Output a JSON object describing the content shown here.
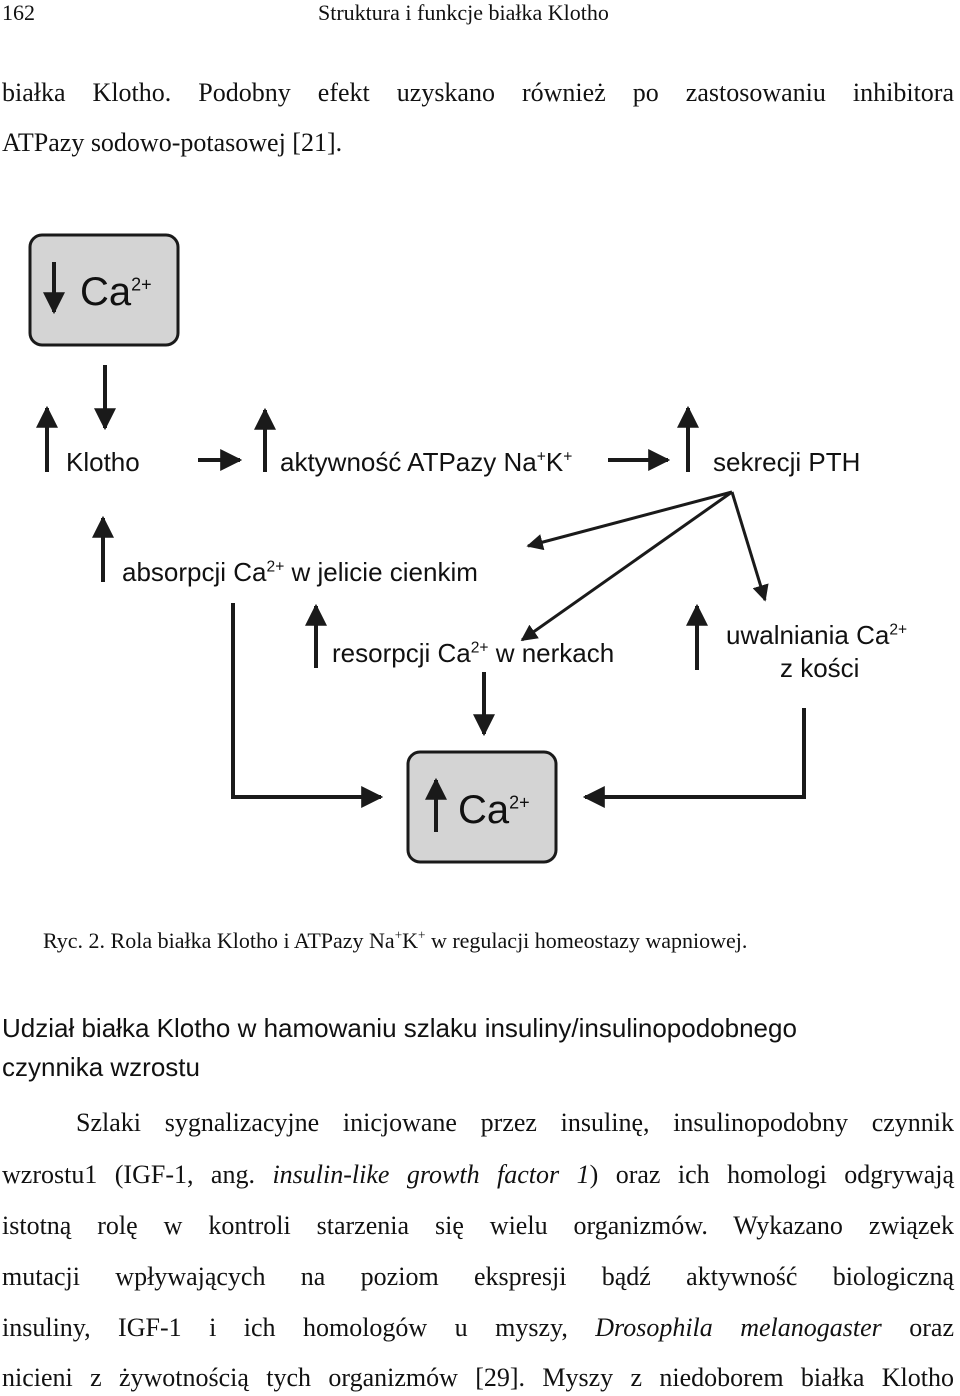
{
  "header": {
    "page_number": "162",
    "running_title": "Struktura i funkcje białka Klotho"
  },
  "intro": {
    "line1": "białka Klotho. Podobny efekt uzyskano również po zastosowaniu inhibitora",
    "line2": "ATPazy sodowo-potasowej [21]."
  },
  "diagram": {
    "box_top": {
      "symbol": "Ca",
      "charge": "2+",
      "arrow": "down"
    },
    "box_bottom": {
      "symbol": "Ca",
      "charge": "2+",
      "arrow": "up"
    },
    "klotho": "Klotho",
    "atpase": {
      "text": "aktywność ATPazy Na",
      "sup1": "+",
      "k": "K",
      "sup2": "+"
    },
    "pth": "sekrecji PTH",
    "absorption": {
      "text1": "absorpcji Ca",
      "sup": "2+",
      "text2": " w jelicie cienkim"
    },
    "resorption": {
      "text1": "resorpcji Ca",
      "sup": "2+",
      "text2": " w nerkach"
    },
    "release": {
      "text1": "uwalniania Ca",
      "sup": "2+",
      "text2": "z kości"
    },
    "colors": {
      "box_fill": "#d4d4d4",
      "stroke": "#1a1a1a"
    }
  },
  "caption": {
    "prefix": "Ryc. 2. Rola białka Klotho i ATPazy Na",
    "sup1": "+",
    "k": "K",
    "sup2": "+",
    "suffix": " w regulacji homeostazy wapniowej."
  },
  "section": {
    "heading_line1": "Udział białka Klotho w hamowaniu szlaku insuliny/insulinopodobnego",
    "heading_line2": "czynnika wzrostu"
  },
  "body": {
    "l1": "Szlaki sygnalizacyjne inicjowane przez insulinę, insulinopodobny czynnik",
    "l2a": "wzrostu1 (IGF-1, ang. ",
    "l2b": "insulin-like growth factor 1",
    "l2c": ") oraz ich homologi odgrywają",
    "l3": "istotną rolę w kontroli starzenia się wielu organizmów. Wykazano związek",
    "l4": "mutacji wpływających na poziom ekspresji bądź aktywność biologiczną",
    "l5a": "insuliny, IGF-1 i ich homologów u myszy, ",
    "l5b": "Drosophila melanogaster",
    "l5c": " oraz",
    "l6": "nicieni z żywotnością tych organizmów [29]. Myszy z niedoborem białka Klotho"
  }
}
